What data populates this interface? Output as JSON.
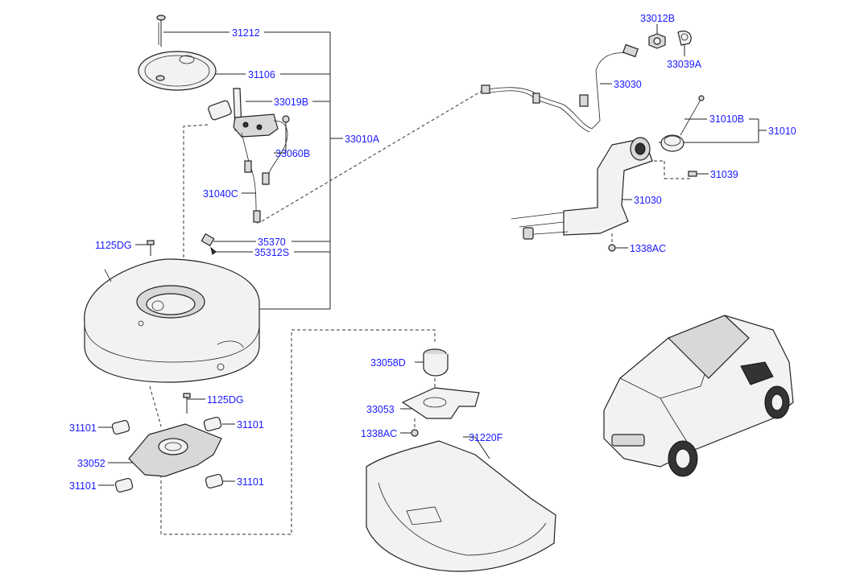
{
  "labels": {
    "p31212": "31212",
    "p31106": "31106",
    "p33019B": "33019B",
    "p33010A": "33010A",
    "p33060B": "33060B",
    "p31040C": "31040C",
    "p1125DG_top": "1125DG",
    "p35370": "35370",
    "p35312S": "35312S",
    "p33012B": "33012B",
    "p33039A": "33039A",
    "p33030": "33030",
    "p31010B": "31010B",
    "p31010": "31010",
    "p31039": "31039",
    "p31030": "31030",
    "p1338AC_top": "1338AC",
    "p33058D": "33058D",
    "p33053": "33053",
    "p1338AC_bottom": "1338AC",
    "p31220F": "31220F",
    "p1125DG_bottom": "1125DG",
    "p31101_a": "31101",
    "p31101_b": "31101",
    "p33052": "33052",
    "p31101_c": "31101",
    "p31101_d": "31101"
  }
}
